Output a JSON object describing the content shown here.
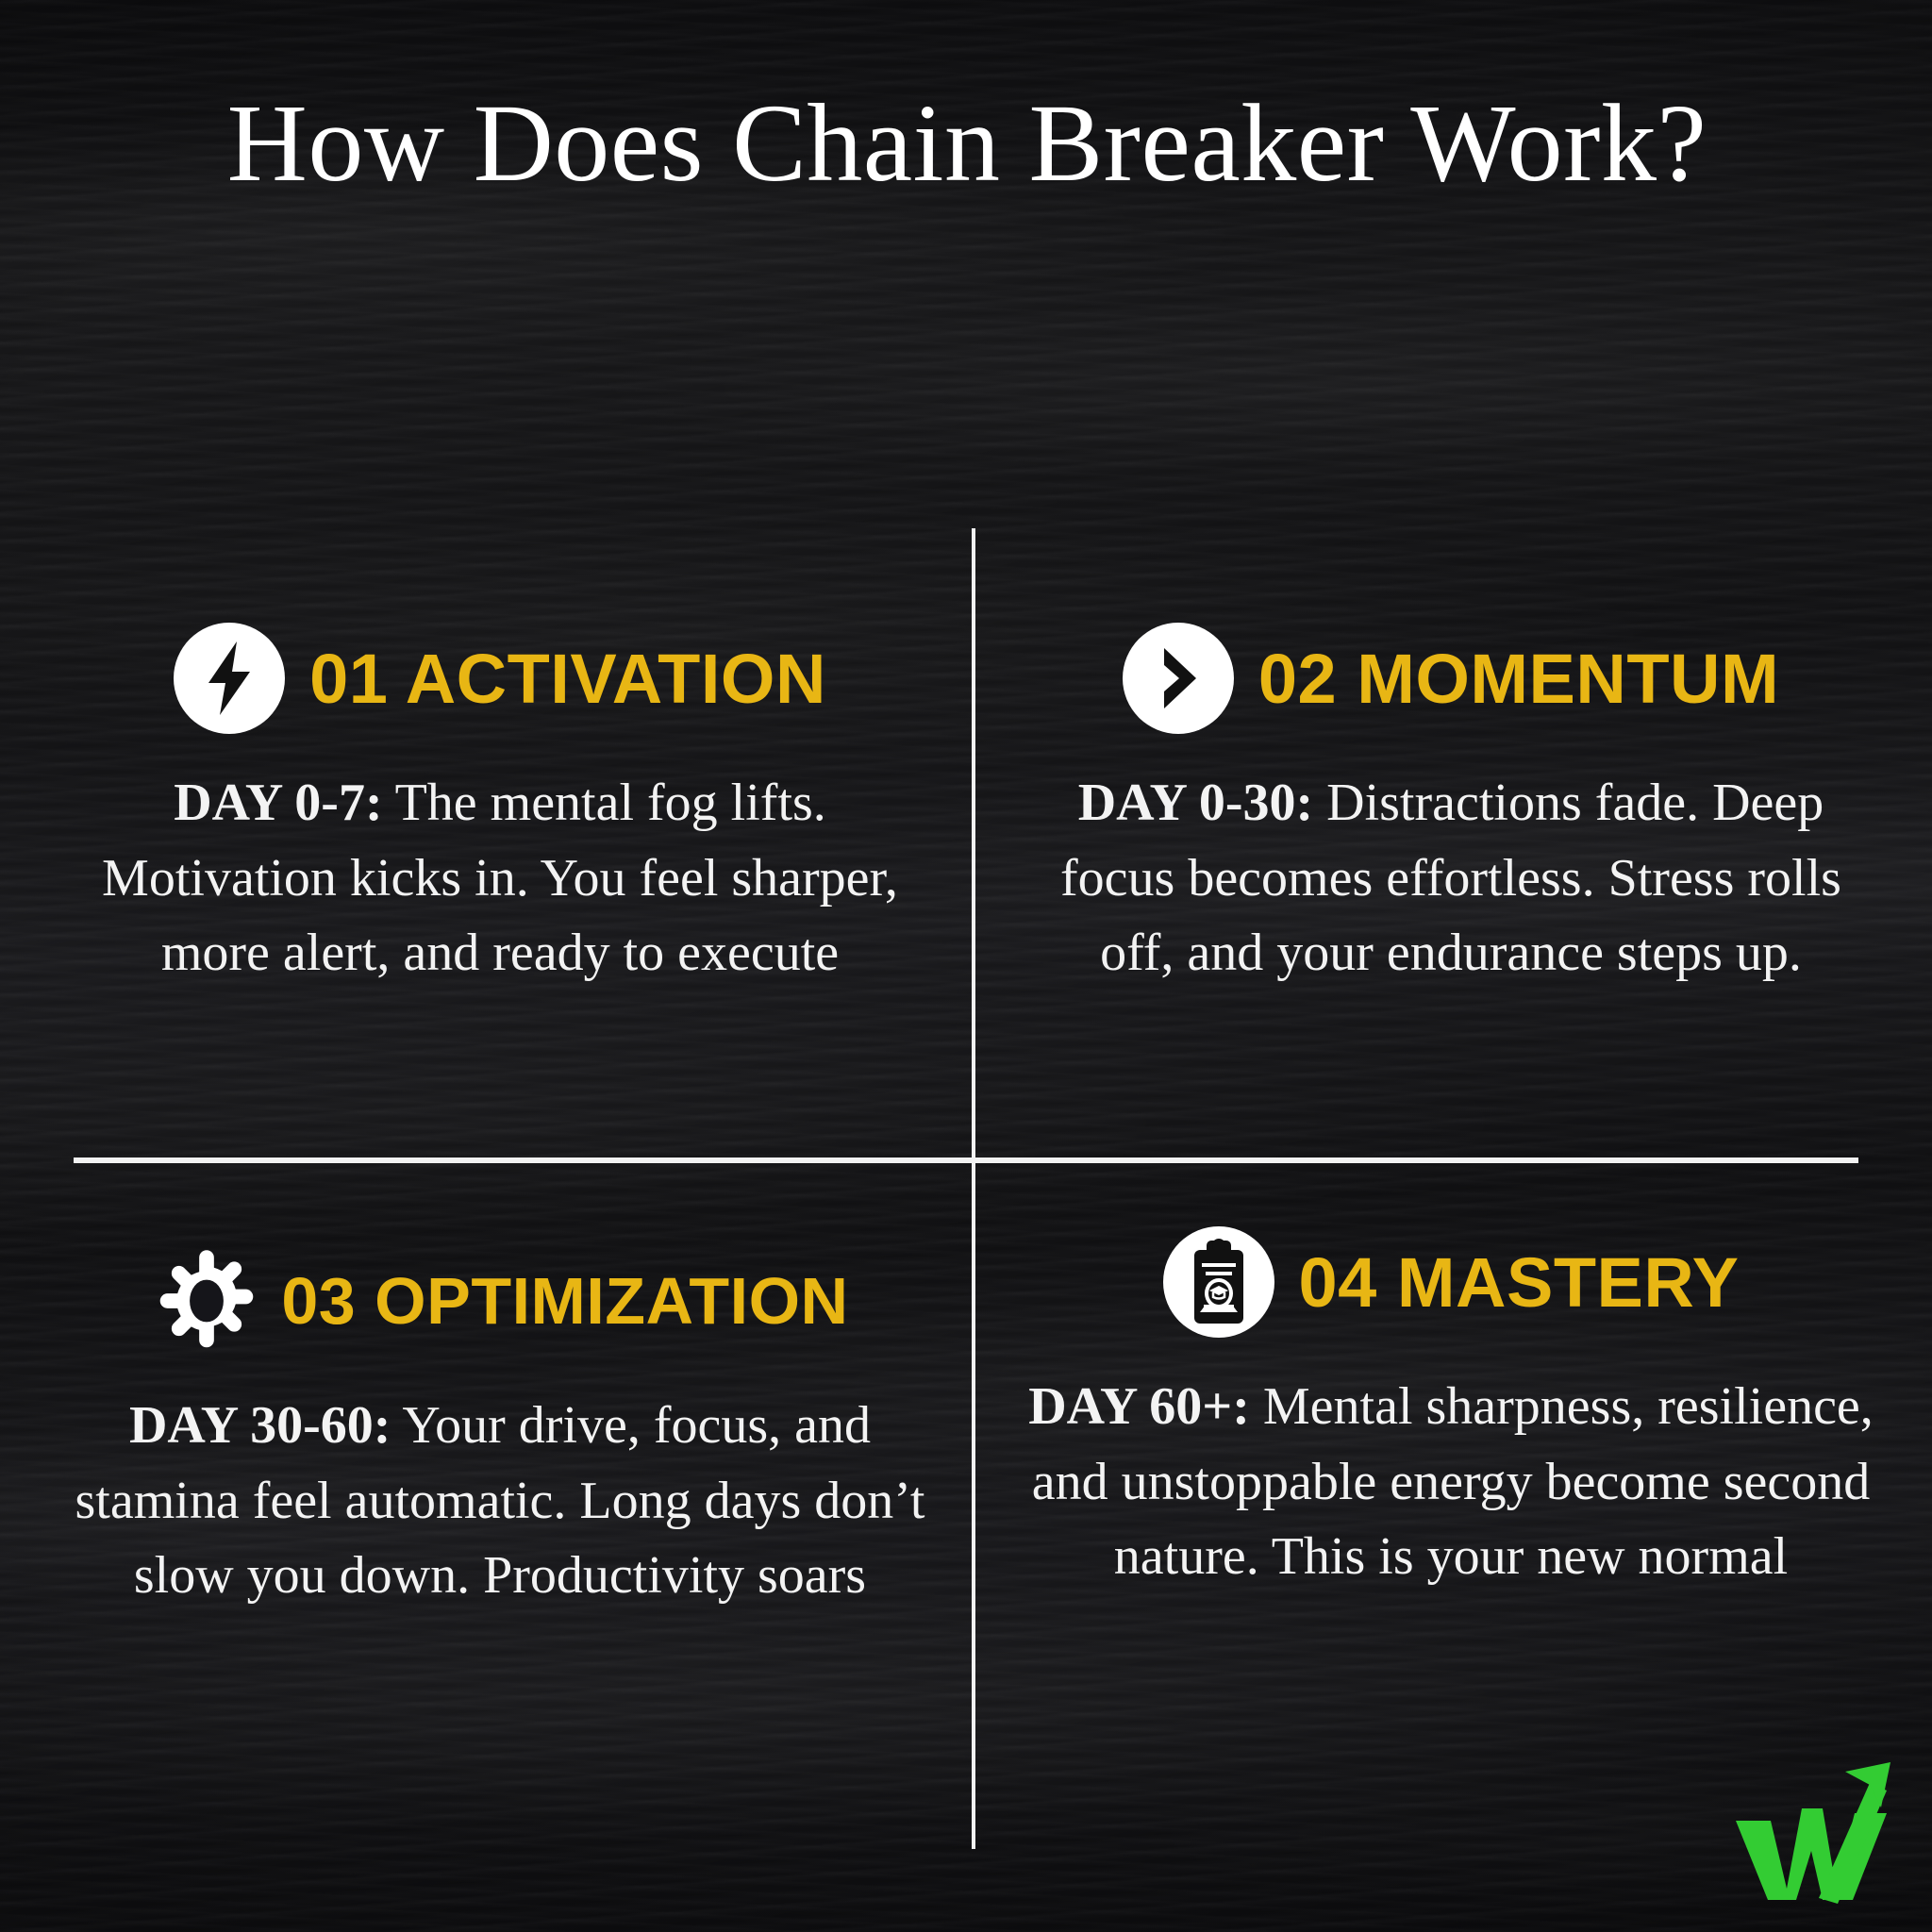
{
  "title": "How Does Chain Breaker Work?",
  "theme": {
    "accent_yellow": "#E8B614",
    "text_white": "#F3F3F3",
    "background_dark": "#131315",
    "logo_green": "#33CC33",
    "divider_white": "#F2F2F2"
  },
  "steps": [
    {
      "number": "01",
      "name": "ACTIVATION",
      "heading": "01 ACTIVATION",
      "icon": "lightning-bolt-icon",
      "icon_style": "white-circle-badge",
      "day_label": "DAY 0-7:",
      "body": " The mental fog lifts. Motivation kicks in. You feel sharper, more alert, and ready to execute"
    },
    {
      "number": "02",
      "name": "MOMENTUM",
      "heading": "02 MOMENTUM",
      "icon": "chevron-right-icon",
      "icon_style": "white-circle-badge",
      "day_label": "DAY 0-30:",
      "body": " Distractions fade. Deep focus becomes effortless. Stress rolls off, and your endurance steps up."
    },
    {
      "number": "03",
      "name": "OPTIMIZATION",
      "heading": "03 OPTIMIZATION",
      "icon": "gear-icon",
      "icon_style": "plain-white-glyph",
      "day_label": "DAY 30-60:",
      "body": "  Your drive, focus, and stamina feel automatic. Long days don’t slow you down. Productivity soars"
    },
    {
      "number": "04",
      "name": "MASTERY",
      "heading": "04 MASTERY",
      "icon": "certificate-clipboard-icon",
      "icon_style": "white-circle-badge",
      "day_label": "DAY 60+:",
      "body": "  Mental sharpness, resilience, and unstoppable energy become second nature. This is your new normal"
    }
  ],
  "logo": {
    "name": "w-growth-arrow-logo",
    "color": "#33CC33"
  }
}
